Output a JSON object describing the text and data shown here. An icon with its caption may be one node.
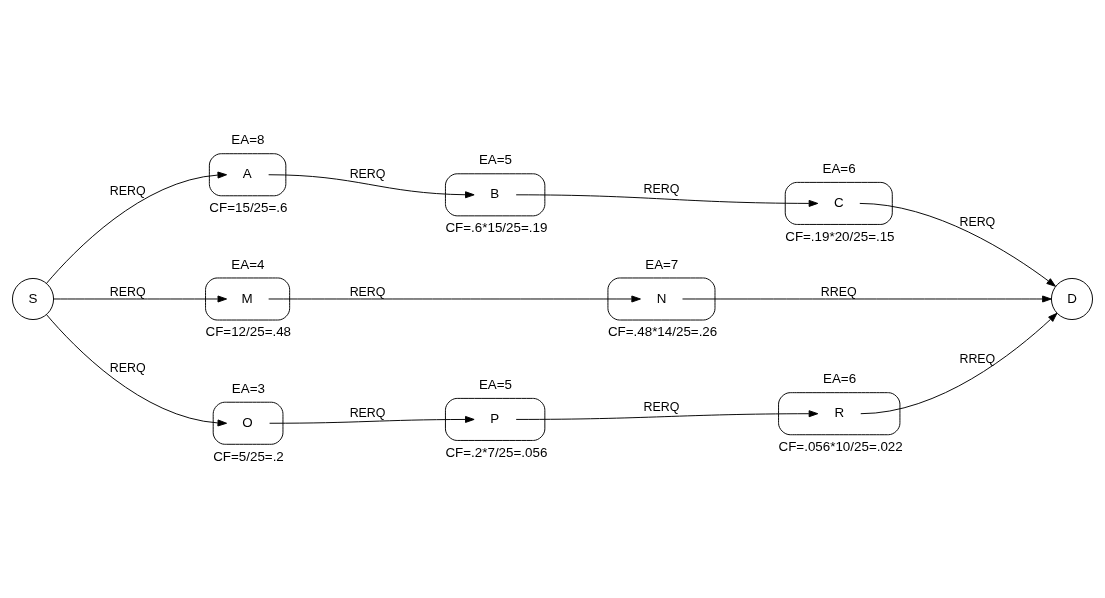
{
  "diagram": {
    "nodes": [
      {
        "text": [
          "A"
        ],
        "beside": [
          "EA=8",
          "CF=15/25=.6"
        ]
      },
      {
        "text": [
          "B"
        ],
        "beside": [
          "EA=5",
          "CF=.6*15/25=.19"
        ]
      },
      {
        "text": [
          "C"
        ],
        "beside": [
          "EA=6",
          "CF=.19*20/25=.15"
        ]
      },
      {
        "text": [
          "S"
        ]
      },
      {
        "text": [
          "M"
        ],
        "beside": [
          "EA=4",
          "CF=12/25=.48"
        ]
      },
      {
        "text": [
          "N"
        ],
        "beside": [
          "EA=7",
          "CF=.48*14/25=.26"
        ]
      },
      {
        "text": [
          "D"
        ]
      },
      {
        "text": [
          "O"
        ],
        "beside": [
          "EA=3",
          "CF=5/25=.2"
        ]
      },
      {
        "text": [
          "P"
        ],
        "beside": [
          "EA=5",
          "CF=.2*7/25=.056"
        ]
      },
      {
        "text": [
          "R"
        ],
        "beside": [
          "EA=6",
          "CF=.056*10/25=.022"
        ]
      }
    ],
    "edges": [
      {
        "from": 3,
        "to": 0,
        "arrow": "to",
        "label": "RERQ"
      },
      {
        "from": 0,
        "to": 1,
        "arrow": "to",
        "label": "RERQ"
      },
      {
        "from": 1,
        "to": 2,
        "arrow": "to",
        "label": "RERQ"
      },
      {
        "from": 2,
        "to": 6,
        "arrow": "to",
        "label": "RERQ"
      },
      {
        "from": 3,
        "to": 4,
        "arrow": "to",
        "label": "RERQ"
      },
      {
        "from": 4,
        "to": 5,
        "arrow": "to",
        "label": "RERQ"
      },
      {
        "from": 5,
        "to": 6,
        "arrow": "to",
        "label": "RREQ"
      },
      {
        "from": 3,
        "to": 7,
        "arrow": "to",
        "label": "RERQ"
      },
      {
        "from": 7,
        "to": 8,
        "arrow": "to",
        "label": "RERQ"
      },
      {
        "from": 8,
        "to": 9,
        "arrow": "to",
        "label": "RERQ"
      },
      {
        "from": 9,
        "to": 6,
        "arrow": "to",
        "label": "RREQ"
      }
    ]
  }
}
